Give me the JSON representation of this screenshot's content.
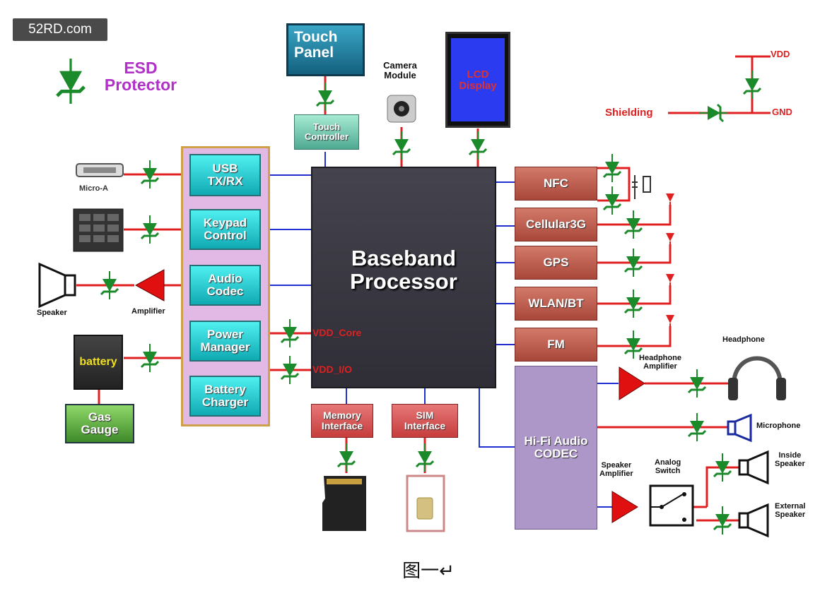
{
  "watermark": "52RD.com",
  "legend": {
    "label": "ESD\nProtector",
    "color": "#b030c8"
  },
  "colors": {
    "tvs": "#1a8a2a",
    "red_line": "#e02020",
    "blue_line": "#2030d0",
    "baseband": "#3e3c46",
    "left_panel": "#e2b8e4",
    "codec_panel": "#ad96c8"
  },
  "top": {
    "touch_panel": "Touch\nPanel",
    "camera_module": "Camera\nModule",
    "touch_controller": "Touch\nController",
    "lcd_display": "LCD\nDisplay"
  },
  "shielding": {
    "vdd": "VDD",
    "gnd": "GND",
    "shielding": "Shielding"
  },
  "baseband": {
    "label": "Baseband\nProcessor"
  },
  "left_blocks": [
    "USB\nTX/RX",
    "Keypad\nControl",
    "Audio\nCodec",
    "Power\nManager",
    "Battery\nCharger"
  ],
  "left_devices": {
    "micro_a": "Micro-A",
    "speaker": "Speaker",
    "amplifier": "Amplifier",
    "battery": "battery",
    "gas_gauge": "Gas\nGauge"
  },
  "vdd_rails": [
    "VDD_Core",
    "VDD_I/O"
  ],
  "bottom_blocks": {
    "memory": "Memory\nInterface",
    "sim": "SIM\nInterface"
  },
  "right_blocks": [
    "NFC",
    "Cellular3G",
    "GPS",
    "WLAN/BT",
    "FM"
  ],
  "codec": {
    "label": "Hi-Fi Audio\nCODEC",
    "headphone_amplifier": "Headphone\nAmplifier",
    "headphone": "Headphone",
    "microphone": "Microphone",
    "speaker_amplifier": "Speaker\nAmplifier",
    "analog_switch": "Analog\nSwitch",
    "inside_speaker": "Inside\nSpeaker",
    "external_speaker": "External\nSpeaker"
  },
  "caption": "图一↵"
}
